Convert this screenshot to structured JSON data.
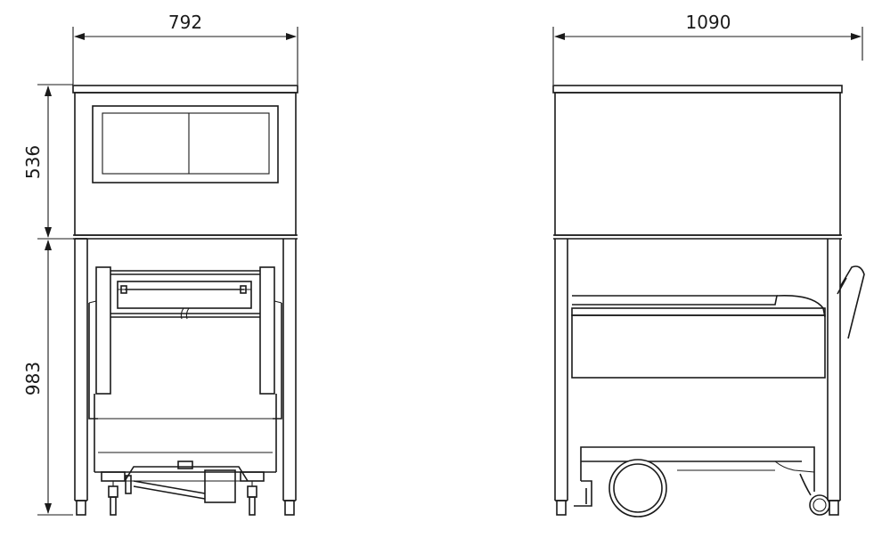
{
  "dimensions": {
    "front_width": "792",
    "side_depth": "1090",
    "bin_height": "536",
    "stand_height": "983"
  }
}
